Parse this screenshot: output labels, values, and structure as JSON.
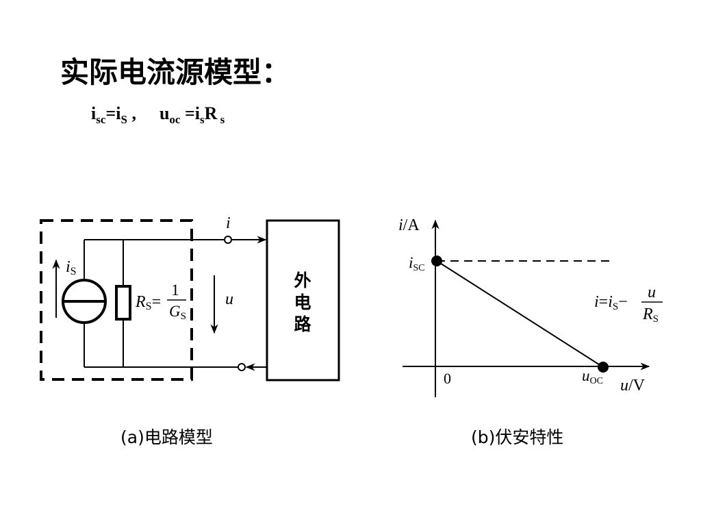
{
  "title": "实际电流源模型：",
  "formula": {
    "i1": "i",
    "i1_sub": "sc",
    "eq1": "=",
    "i2": "i",
    "i2_sub": "S",
    "sep": " ,",
    "u": "u",
    "u_sub": "oc",
    "eq2": " =",
    "i3": "i",
    "i3_sub": "s",
    "r": "R",
    "r_sub": " s"
  },
  "circuit": {
    "source_label": "i",
    "source_label_sub": "S",
    "resistor_label": "R",
    "resistor_label_sub": "S",
    "resistor_eq": "=",
    "frac_num": "1",
    "frac_den": "G",
    "frac_den_sub": "S",
    "current_label": "i",
    "voltage_label": "u",
    "external_box": [
      "外",
      "电",
      "路"
    ],
    "caption": "(a)电路模型"
  },
  "graph": {
    "y_axis_label": "i",
    "y_axis_unit": "/A",
    "x_axis_label": "u",
    "x_axis_unit": "/V",
    "origin_label": "0",
    "isc_label": "i",
    "isc_label_sub": "SC",
    "uoc_label": "u",
    "uoc_label_sub": "OC",
    "eq_lhs": "i",
    "eq_eq": "=",
    "eq_i": "i",
    "eq_i_sub": "S",
    "eq_minus": "−",
    "eq_num": "u",
    "eq_den": "R",
    "eq_den_sub": "S",
    "caption": "(b)伏安特性"
  }
}
